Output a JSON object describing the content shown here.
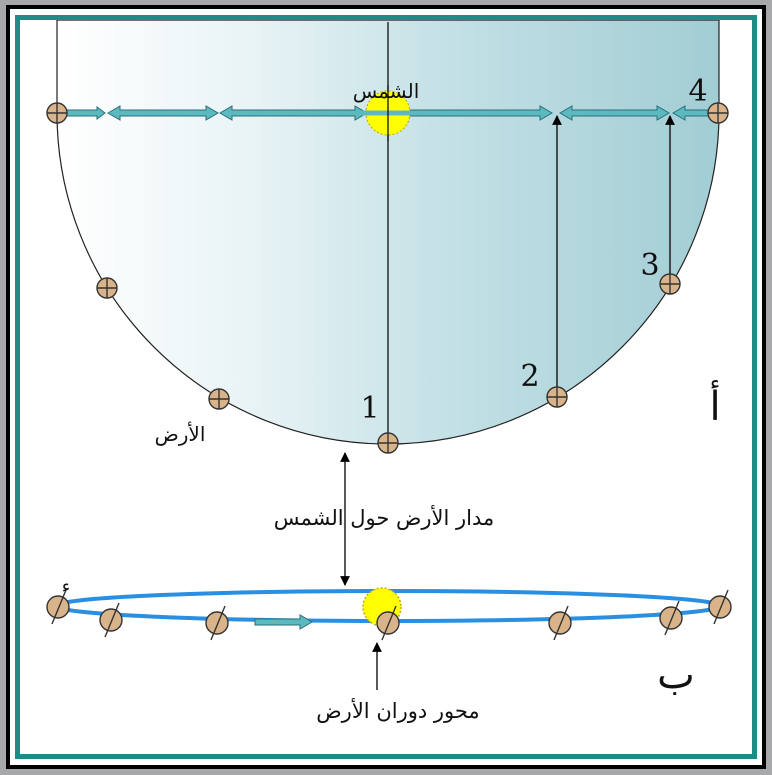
{
  "labels": {
    "sun": "الشمس",
    "earth": "الأرض",
    "orbit": "مدار الأرض حول الشمس",
    "axis": "محور دوران الأرض",
    "part_a": "أ",
    "part_b": "ب",
    "p1": "1",
    "p2": "2",
    "p3": "3",
    "p4": "4"
  },
  "colors": {
    "frame_gray": "#a7a8aa",
    "frame_teal": "#1f8a86",
    "shade": "#a9d2d8",
    "orbit_blue": "#2a8fe0",
    "sun_yellow": "#ffff00",
    "earth_fill": "#d9b48a",
    "arrow_teal": "#5bbac0"
  }
}
